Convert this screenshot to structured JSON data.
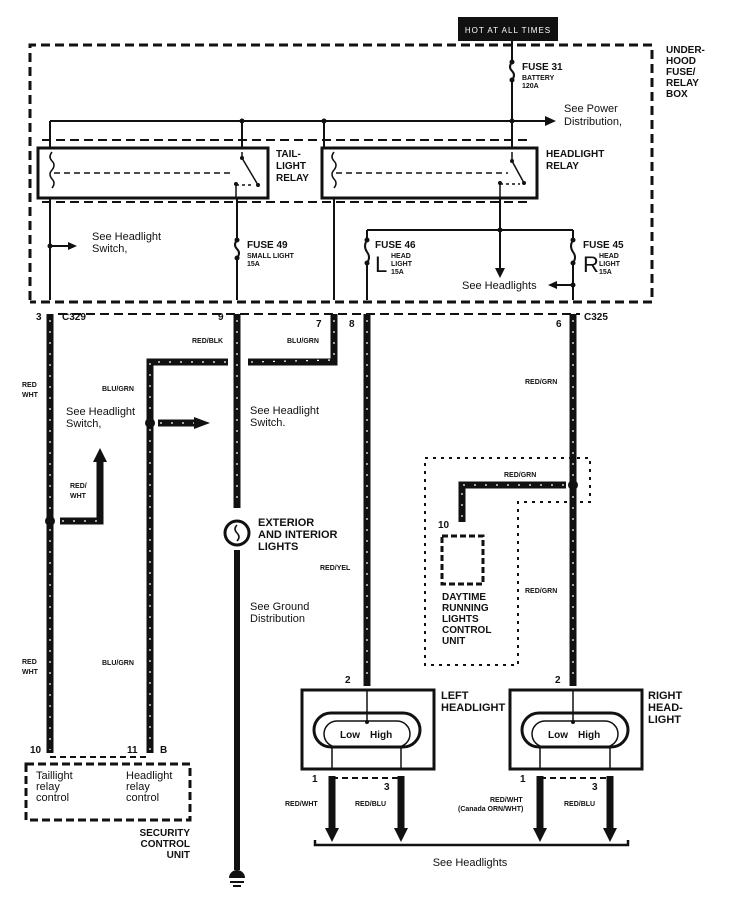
{
  "title": "Exterior Lights / Headlight Circuit Diagram",
  "power_label": "HOT AT ALL TIMES",
  "fuse_box": {
    "label_lines": [
      "UNDER-",
      "HOOD",
      "FUSE/",
      "RELAY",
      "BOX"
    ],
    "fuses": [
      {
        "name": "FUSE 31",
        "desc": "BATTERY",
        "rating": "120A"
      },
      {
        "name": "FUSE 49",
        "desc": "SMALL LIGHT",
        "rating": "15A"
      },
      {
        "name": "FUSE 46",
        "side": "L",
        "desc_lines": [
          "HEAD",
          "LIGHT"
        ],
        "rating": "15A"
      },
      {
        "name": "FUSE 45",
        "side": "R",
        "desc_lines": [
          "HEAD",
          "LIGHT"
        ],
        "rating": "15A"
      }
    ],
    "relays": [
      {
        "label_lines": [
          "TAIL-",
          "LIGHT",
          "RELAY"
        ]
      },
      {
        "label_lines": [
          "HEADLIGHT",
          "RELAY"
        ]
      }
    ],
    "refs": {
      "power_distribution": [
        "See Power",
        "Distribution,"
      ],
      "headlight_switch": [
        "See Headlight",
        "Switch,"
      ],
      "headlights": "See Headlights"
    }
  },
  "connectors": {
    "c329": "C329",
    "c325": "C325",
    "pins": {
      "p3": "3",
      "p9": "9",
      "p7": "7",
      "p8": "8",
      "p6": "6",
      "p10": "10",
      "p11": "11",
      "pB": "B",
      "p2l": "2",
      "p2r": "2",
      "p1l": "1",
      "p3l": "3",
      "p1r": "1",
      "p3r": "3",
      "p10drl": "10"
    }
  },
  "wires": {
    "red_wht_1": [
      "RED",
      "WHT"
    ],
    "red_wht_2": [
      "RED/",
      "WHT"
    ],
    "red_wht_3": [
      "RED",
      "WHT"
    ],
    "blu_grn_1": "BLU/GRN",
    "blu_grn_2": "BLU/GRN",
    "blu_grn_3": "BLU/GRN",
    "red_blk": "RED/BLK",
    "red_yel": "RED/YEL",
    "red_grn_1": "RED/GRN",
    "red_grn_2": "RED/GRN",
    "red_grn_3": "RED/GRN",
    "left_pin1": "RED/WHT",
    "left_pin3": "RED/BLU",
    "right_pin1": [
      "RED/WHT",
      "(Canada ORN/WHT)"
    ],
    "right_pin3": "RED/BLU"
  },
  "refs": {
    "headlight_switch_a": [
      "See Headlight",
      "Switch,"
    ],
    "headlight_switch_b": [
      "See Headlight",
      "Switch."
    ],
    "ground_distribution": [
      "See Ground",
      "Distribution"
    ],
    "see_headlights_bottom": "See Headlights"
  },
  "components": {
    "ext_int_lights": [
      "EXTERIOR",
      "AND INTERIOR",
      "LIGHTS"
    ],
    "drl_unit": [
      "DAYTIME",
      "RUNNING",
      "LIGHTS",
      "CONTROL",
      "UNIT"
    ],
    "left_headlight": [
      "LEFT",
      "HEADLIGHT"
    ],
    "right_headlight": [
      "RIGHT",
      "HEAD-",
      "LIGHT"
    ],
    "beam_low": "Low",
    "beam_high": "High",
    "security_unit": [
      "SECURITY",
      "CONTROL",
      "UNIT"
    ],
    "security_taillight": [
      "Taillight",
      "relay",
      "control"
    ],
    "security_headlight": [
      "Headlight",
      "relay",
      "control"
    ]
  }
}
